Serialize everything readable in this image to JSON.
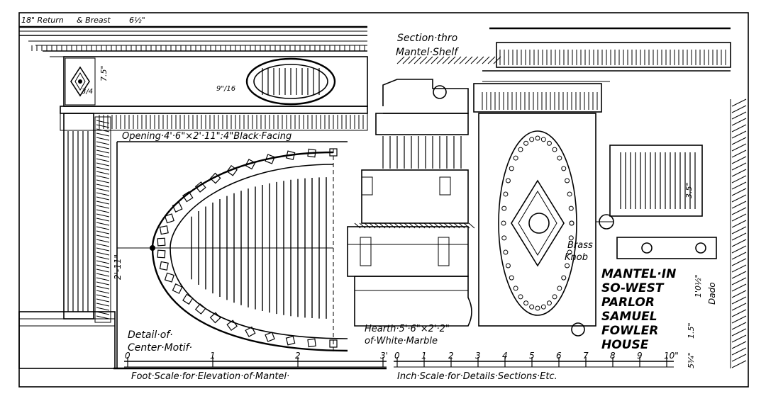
{
  "labels": {
    "return_breast": "18\" Return",
    "return_breast_b": "& Breast",
    "return_dim": "6½\"",
    "section_shelf_1": "Section·thro",
    "section_shelf_2": "Mantel·Shelf",
    "dim_7_5": "7.5\"",
    "dim_3_4": "3/4",
    "dim_9_16": "9\"/16",
    "opening": "Opening·4'·6\"×2'·11\":4\"Black·Facing",
    "height_2_11": "2'-11\"",
    "brass_knob_1": "Brass",
    "brass_knob_2": "Knob",
    "title_1": "MANTEL·IN",
    "title_2": "SO-WEST",
    "title_3": "PARLOR",
    "title_4": "SAMUEL",
    "title_5": "FOWLER",
    "title_6": "HOUSE",
    "dado": "Dado",
    "dim_1_0_5": "1'0½\"",
    "dim_3_5": "3.5\"",
    "dim_1_5": "1.5\"",
    "dim_5_3_4": "5¾\"",
    "detail_1": "Detail·of·",
    "detail_2": "Center·Motif·",
    "hearth_1": "Hearth·5'·6\"×2'·2\"",
    "hearth_2": "of·White·Marble",
    "foot_scale_label": "Foot·Scale·for·Elevation·of·Mantel·",
    "inch_scale_label": "Inch·Scale·for·Details·Sections·Etc."
  },
  "foot_scale": {
    "ticks": [
      "0",
      "1",
      "2",
      "3'"
    ]
  },
  "inch_scale": {
    "ticks": [
      "0",
      "1",
      "2",
      "3",
      "4",
      "5",
      "6",
      "7",
      "8",
      "9",
      "10\""
    ]
  }
}
